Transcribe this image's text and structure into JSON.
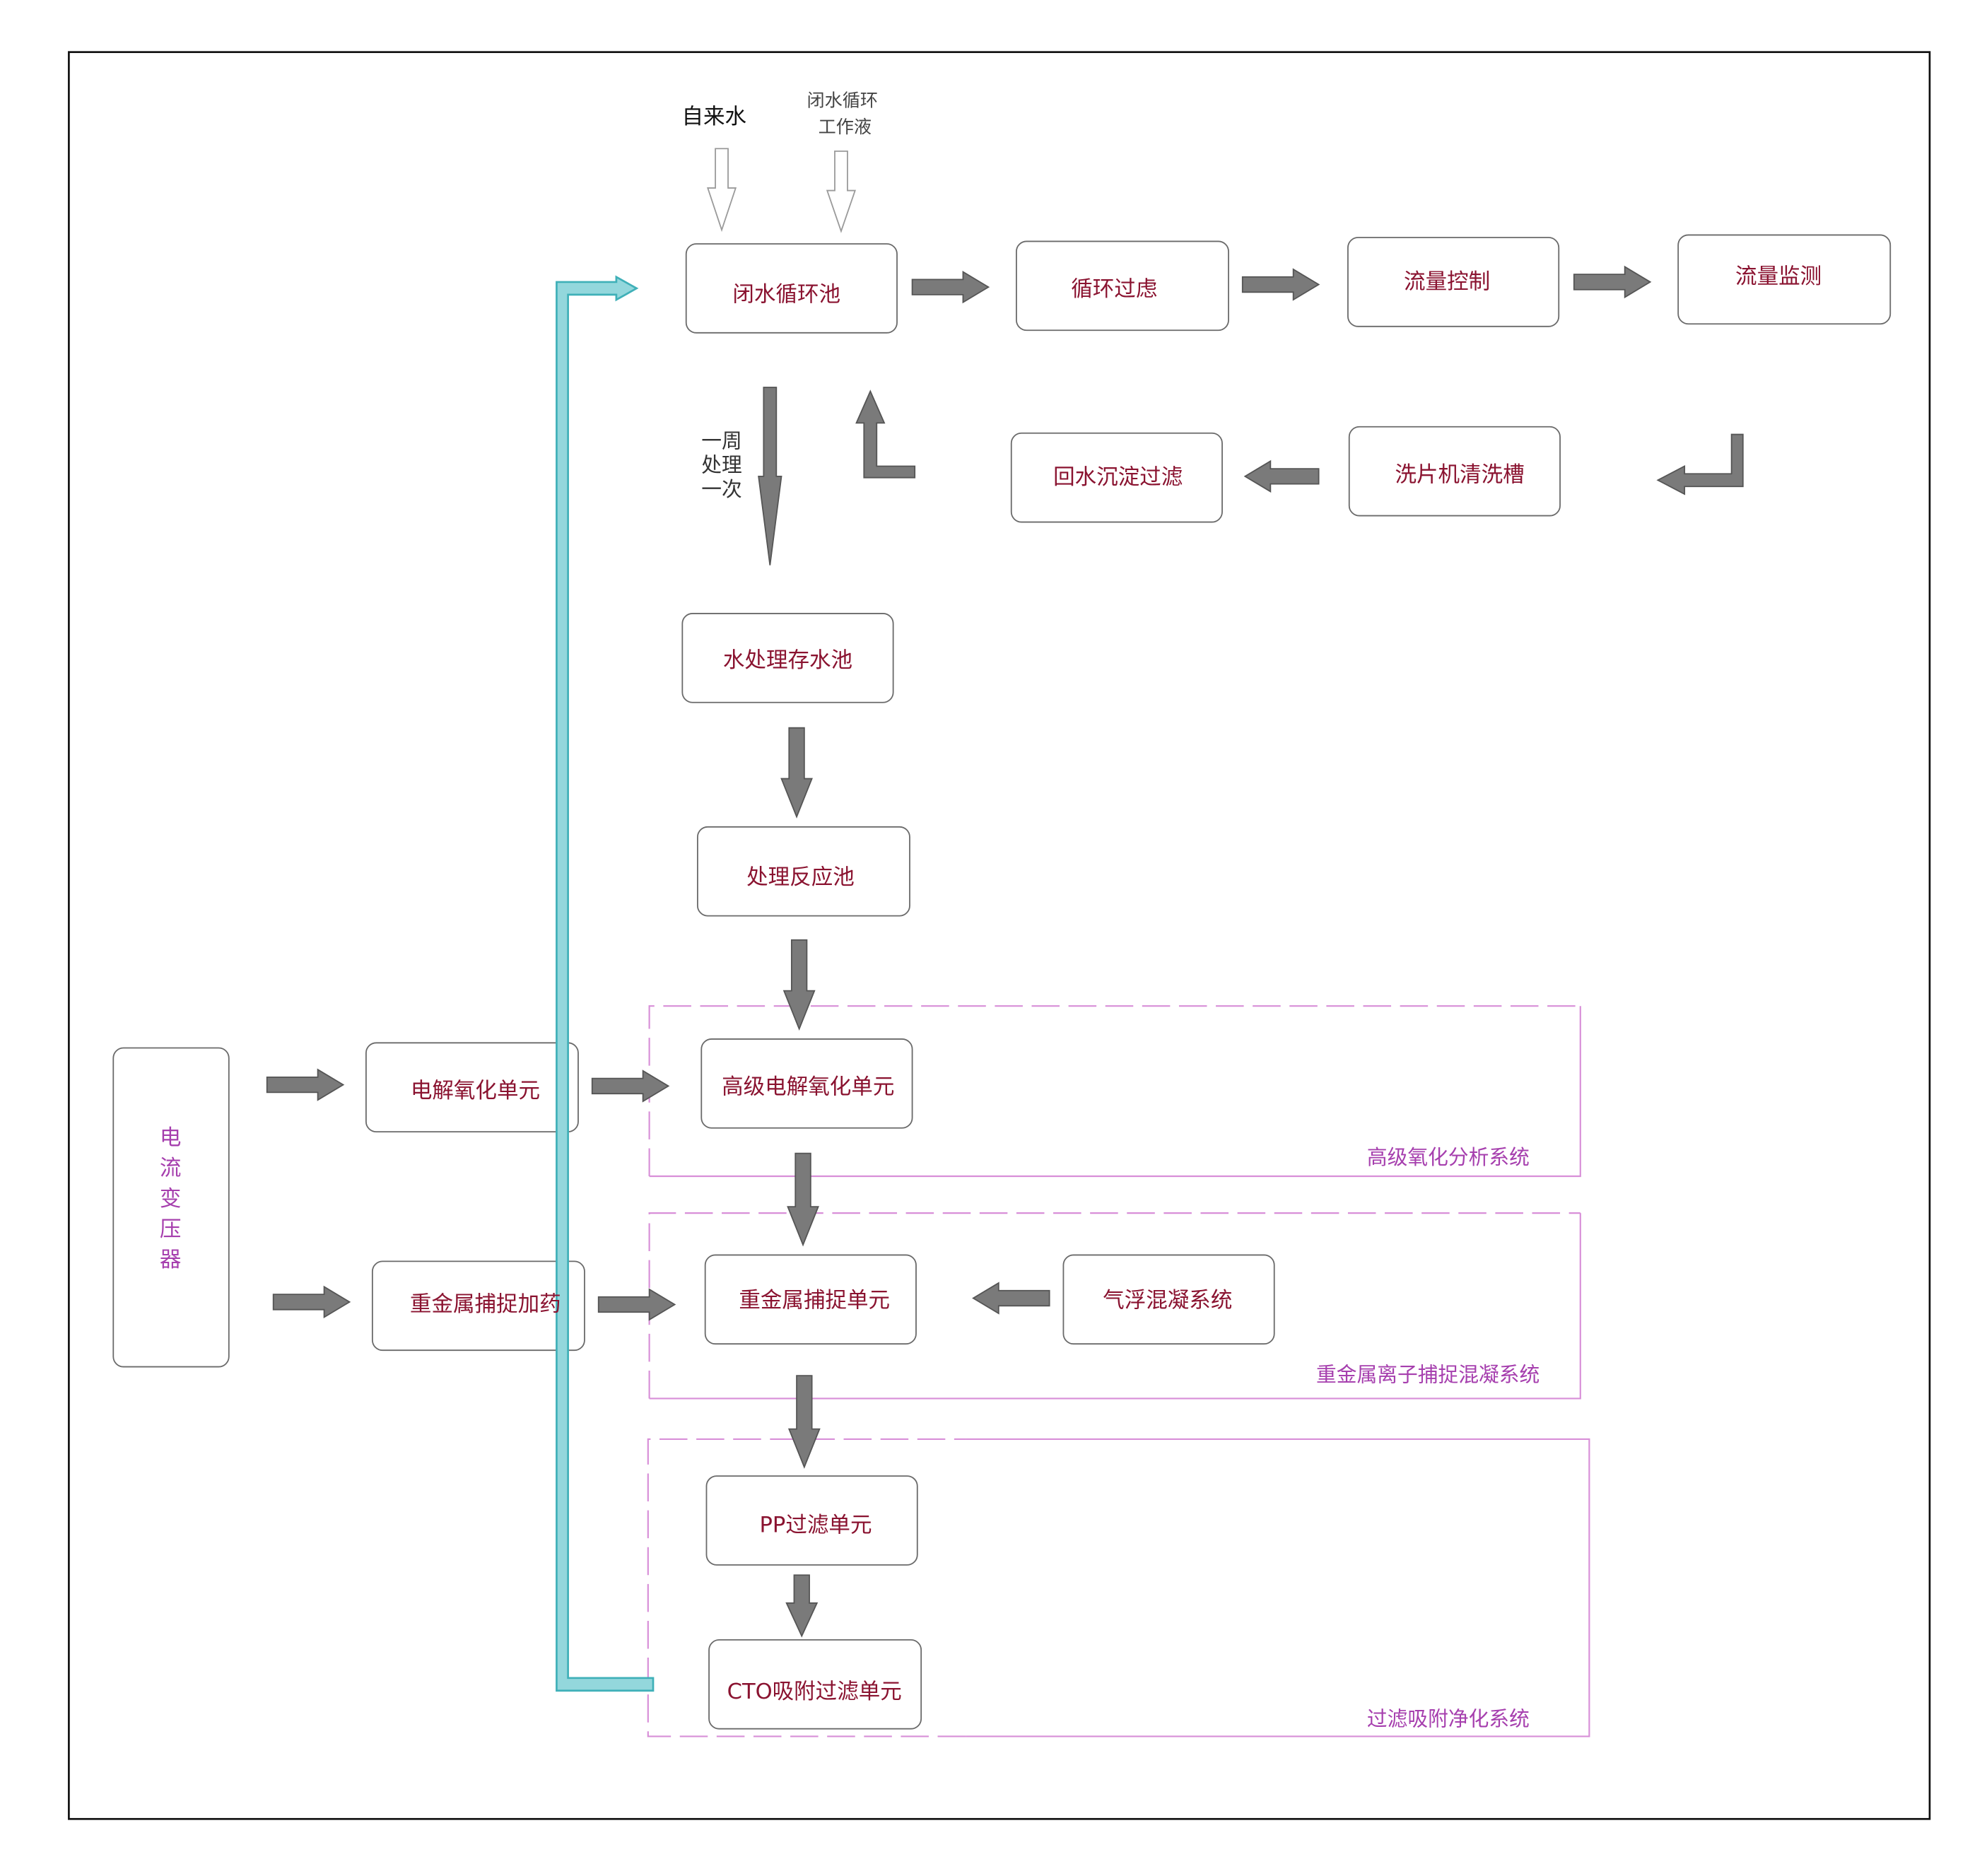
{
  "inputs": {
    "tap_water": "自来水",
    "closed_loop_fluid": [
      "闭水循环",
      "工作液"
    ]
  },
  "nodes": {
    "closed_loop_tank": "闭水循环池",
    "circulation_filter": "循环过虑",
    "flow_control": "流量控制",
    "flow_monitoring": "流量监测",
    "return_sedimentation_filter": "回水沉淀过滤",
    "washer_cleaning_tank": "洗片机清洗槽",
    "treated_storage_tank": "水处理存水池",
    "reaction_tank": "处理反应池",
    "advanced_electrolytic_oxidation_unit": "高级电解氧化单元",
    "heavy_metal_capture_unit": "重金属捕捉单元",
    "flotation_coagulation_system": "气浮混凝系统",
    "pp_filter_unit": "PP过滤单元",
    "cto_adsorption_filter_unit": "CTO吸附过滤单元",
    "electrolytic_oxidation_unit": "电解氧化单元",
    "heavy_metal_capture_dosing": "重金属捕捉加药",
    "current_transformer": [
      "电",
      "流",
      "变",
      "压",
      "器"
    ]
  },
  "annotations": {
    "weekly_treatment": [
      "一周",
      "处理",
      "一次"
    ]
  },
  "groups": {
    "advanced_oxidation": "高级氧化分析系统",
    "heavy_metal_coagulation": "重金属离子捕捉混凝系统",
    "filtration_adsorption": "过滤吸附净化系统"
  },
  "colors": {
    "node_text": "#8a1330",
    "group_text": "#a63fae",
    "group_border": "#d88fd8",
    "arrow_fill": "#7a7a7a",
    "return_pipe": "#93d7dc"
  }
}
